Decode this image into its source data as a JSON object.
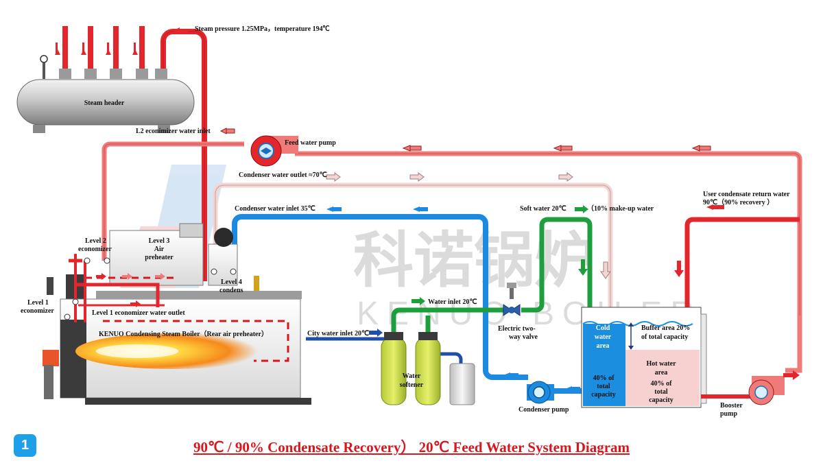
{
  "title": "90℃ / 90% Condensate Recovery） 20℃ Feed Water System Diagram",
  "badge": "1",
  "watermark": {
    "cn": "科诺锅炉",
    "en": "KENUO BOILER"
  },
  "labels": {
    "steam_pressure": "Steam pressure 1.25MPa，temperature 194℃",
    "steam_header": "Steam header",
    "l2_inlet": "L2 econimizer water inlet",
    "feed_pump": "Feed water pump",
    "condenser_outlet": "Condenser water outlet ≈70℃",
    "condenser_inlet": "Condenser water inlet 35℃",
    "soft_water": "Soft water 20℃",
    "makeup": "（10% make-up water",
    "return_water_1": "User condensate return water",
    "return_water_2": "90℃（90% recovery ）",
    "level2_1": "Level 2",
    "level2_2": "economizer",
    "level3_1": "Level 3",
    "level3_2": "Air",
    "level3_3": "preheater",
    "level4_1": "Level 4",
    "level4_2": "condens",
    "level1_1": "Level 1",
    "level1_2": "economizer",
    "l1_outlet": "Level 1 economizer water outlet",
    "boiler": "KENUO Condensing Steam Boiler（Rear air preheater）",
    "city_water": "City water inlet 20℃",
    "water_inlet": "Water inlet 20℃",
    "softener_1": "Water",
    "softener_2": "softener",
    "valve_1": "Electric two-",
    "valve_2": "way valve",
    "condenser_pump": "Condenser pump",
    "cold_1": "Cold",
    "cold_2": "water",
    "cold_3": "area",
    "cold_cap_1": "40% of",
    "cold_cap_2": "total",
    "cold_cap_3": "capacity",
    "buffer_1": "Buffer area 20%",
    "buffer_2": "of total capacity",
    "hot_1": "Hot water",
    "hot_2": "area",
    "hot_cap_1": "40% of",
    "hot_cap_2": "total",
    "hot_cap_3": "capacity",
    "booster_1": "Booster",
    "booster_2": "pump"
  },
  "colors": {
    "steam_red": "#e3262b",
    "return_pink": "#f07a78",
    "condensate_pale": "#f3d6d3",
    "cold_blue": "#1c8ae0",
    "soft_green": "#1e9e3c",
    "city_blue": "#1f4fa8",
    "tank_hot": "#f7d0d0",
    "tank_cold": "#1b8ee0",
    "title_red": "#d8161b"
  }
}
